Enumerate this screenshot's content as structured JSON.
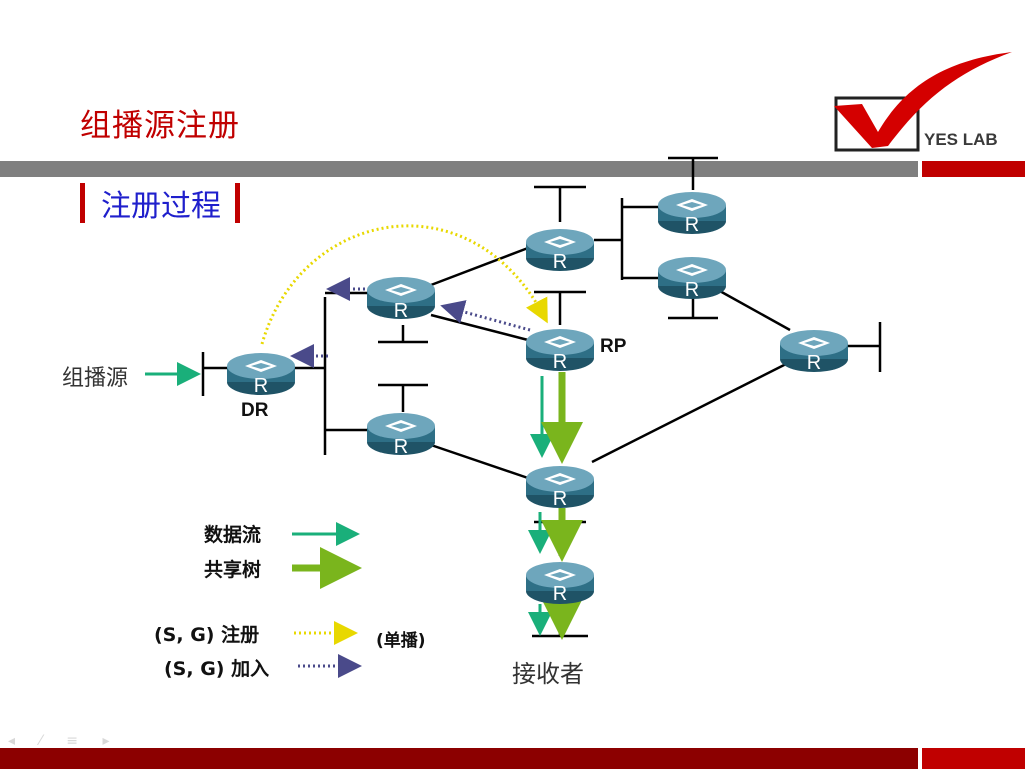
{
  "header": {
    "title": "组播源注册",
    "subtitle": "注册过程",
    "logo_text": "YES LAB"
  },
  "diagram": {
    "router_label": "R",
    "source_label": "组播源",
    "dr_label": "DR",
    "rp_label": "RP",
    "receiver_label": "接收者"
  },
  "legend": {
    "data_flow": "数据流",
    "shared_tree": "共享树",
    "sg_register": "(S, G) 注册",
    "unicast_note": "(单播)",
    "sg_join": "(S, G) 加入"
  },
  "colors": {
    "accent_red": "#c00000",
    "data_flow": "#1aaf7a",
    "shared_tree": "#7ab51d",
    "register": "#f2e400",
    "join": "#4a4a8a",
    "router_body": "#2e6f86",
    "subtitle": "#1f1fcc"
  },
  "icons": {
    "logo": "check-mark-logo",
    "router": "router-icon"
  }
}
